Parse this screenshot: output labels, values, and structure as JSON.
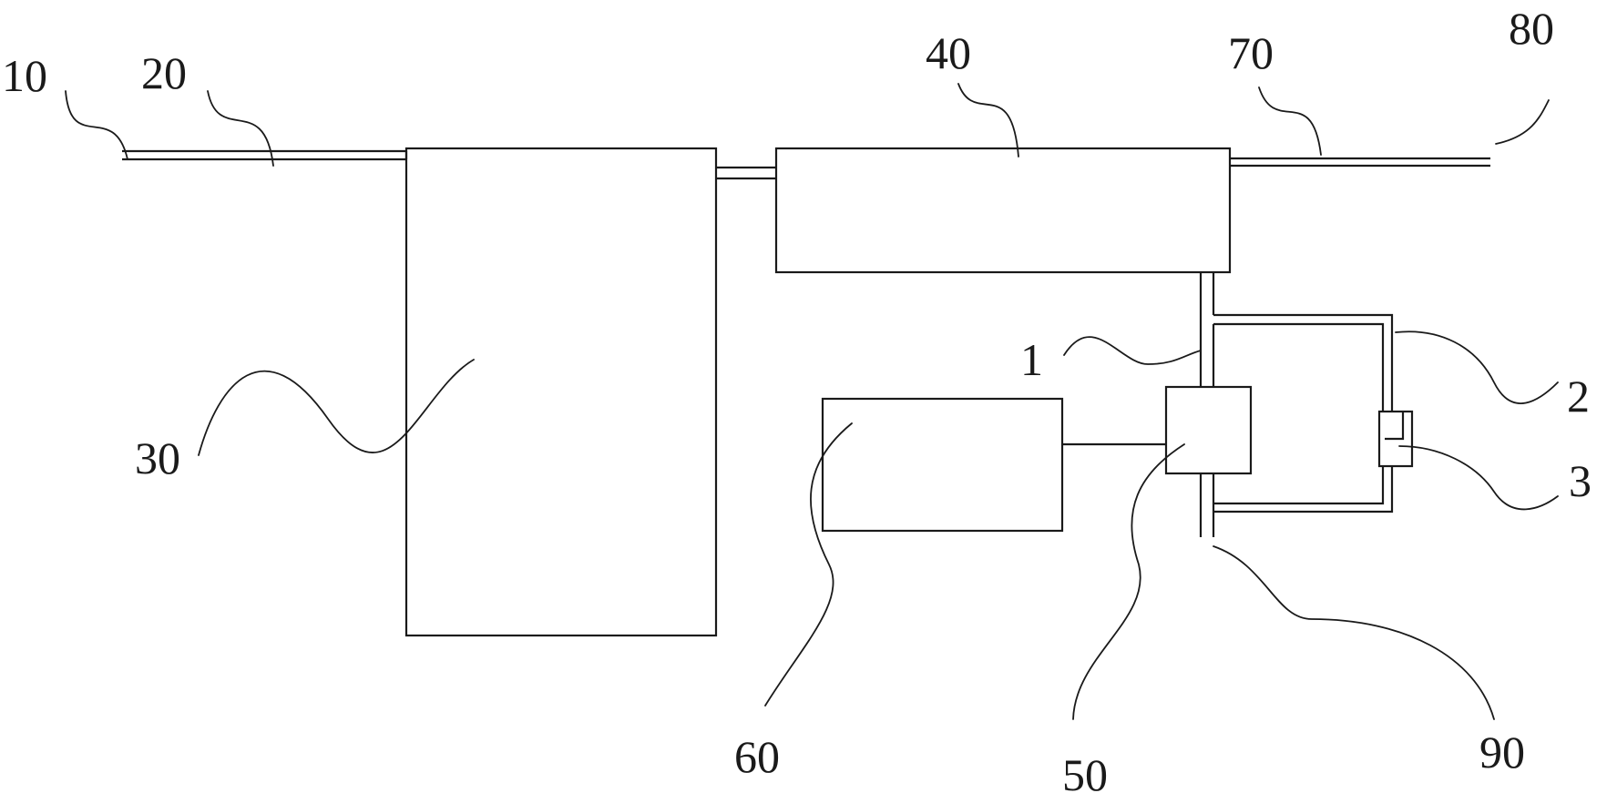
{
  "labels": {
    "l10": "10",
    "l20": "20",
    "l30": "30",
    "l40": "40",
    "l50": "50",
    "l60": "60",
    "l70": "70",
    "l80": "80",
    "l90": "90",
    "l1": "1",
    "l2": "2",
    "l3": "3"
  }
}
